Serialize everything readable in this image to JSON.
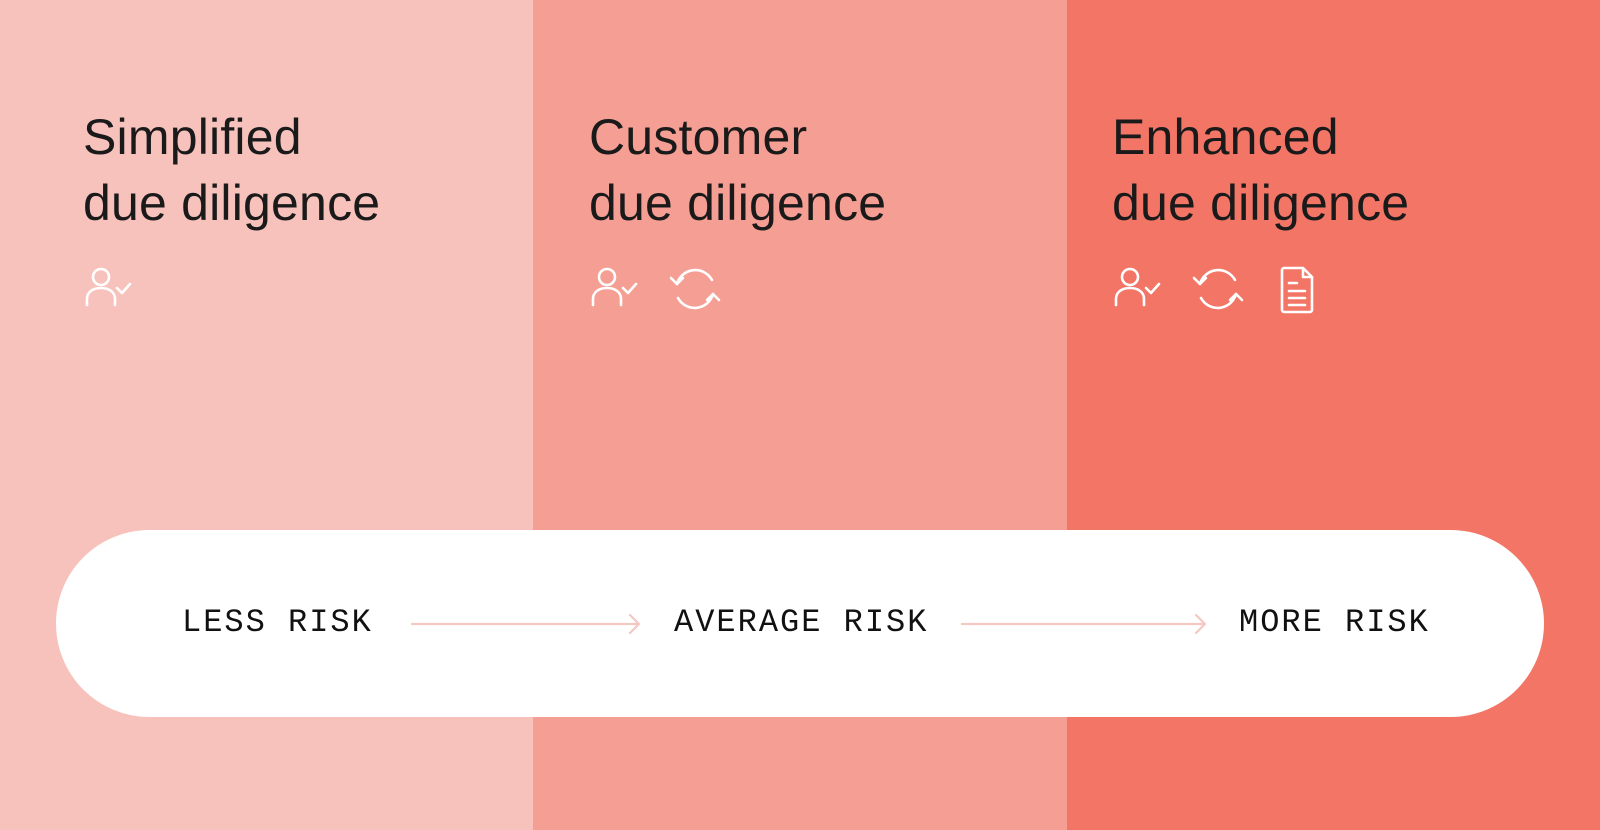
{
  "colors": {
    "column_1": "#f8c2bc",
    "column_2": "#f59e94",
    "column_3": "#f27566",
    "title_text": "#1a1a1a",
    "icon_stroke": "#ffffff",
    "bar_background": "#ffffff",
    "bar_text": "#111111",
    "arrow": "#f5c8c2"
  },
  "columns": [
    {
      "title_line1": "Simplified",
      "title_line2": "due diligence",
      "icons": [
        "user-check-icon"
      ]
    },
    {
      "title_line1": "Customer",
      "title_line2": "due diligence",
      "icons": [
        "user-check-icon",
        "refresh-icon"
      ]
    },
    {
      "title_line1": "Enhanced",
      "title_line2": "due diligence",
      "icons": [
        "user-check-icon",
        "refresh-icon",
        "document-icon"
      ]
    }
  ],
  "risk_scale": {
    "labels": [
      "LESS RISK",
      "AVERAGE RISK",
      "MORE RISK"
    ],
    "arrows": [
      "arrow-right-icon",
      "arrow-right-icon"
    ]
  }
}
